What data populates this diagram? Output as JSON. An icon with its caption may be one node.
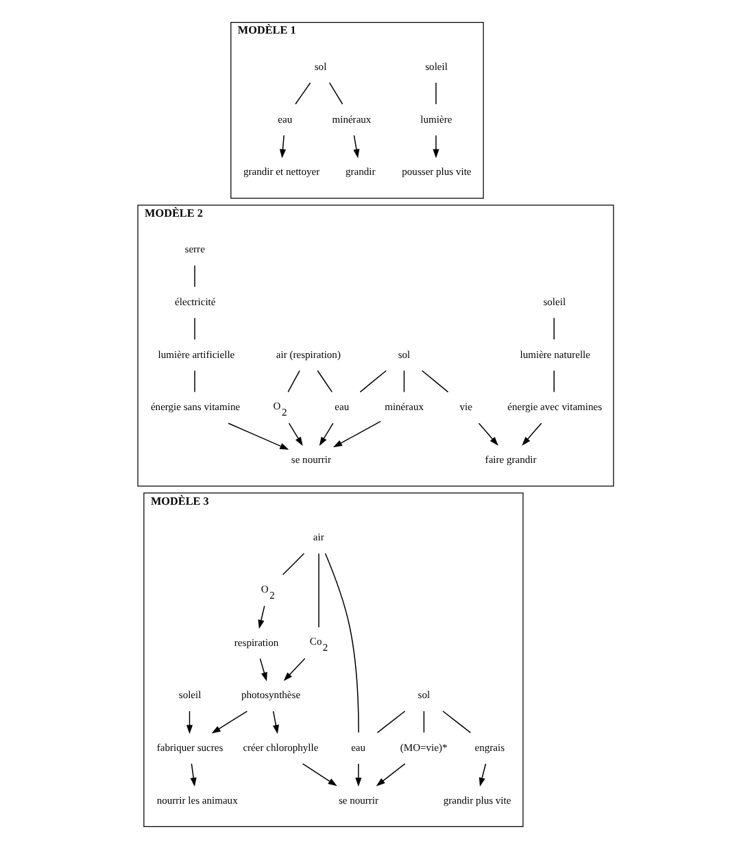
{
  "diagram": {
    "nodes": [
      {
        "text": [
          "MODÈLE 1"
        ]
      },
      {
        "text": [
          "soleil"
        ],
        "in": 0
      },
      {
        "text": [
          "lumière"
        ],
        "in": 0
      },
      {
        "text": [
          "pousser plus vite"
        ],
        "in": 0
      },
      {
        "text": [
          "sol"
        ],
        "in": 0
      },
      {
        "text": [
          "eau"
        ],
        "in": 0
      },
      {
        "text": [
          "minéraux"
        ],
        "in": 0
      },
      {
        "text": [
          "grandir et nettoyer"
        ],
        "in": 0
      },
      {
        "text": [
          "grandir"
        ],
        "in": 0
      },
      {
        "text": [
          "MODÈLE 2"
        ]
      },
      {
        "text": [
          "serre"
        ],
        "in": 9
      },
      {
        "text": [
          "soleil"
        ],
        "in": 9
      },
      {
        "text": [
          "air (respiration)"
        ],
        "in": 9
      },
      {
        "text": [
          "sol"
        ],
        "in": 9
      },
      {
        "text": [
          "électricité"
        ],
        "in": 9
      },
      {
        "text": [
          "lumière naturelle"
        ],
        "in": 9
      },
      {
        "text": [
          "O$_{2}$"
        ],
        "in": 9
      },
      {
        "text": [
          "eau"
        ],
        "in": 9
      },
      {
        "text": [
          "vie"
        ],
        "in": 9
      },
      {
        "text": [
          "minéraux"
        ],
        "in": 9
      },
      {
        "text": [
          "lumière artificielle"
        ],
        "in": 9
      },
      {
        "text": [
          "énergie avec vitamines"
        ],
        "in": 9
      },
      {
        "text": [
          "énergie sans vitamine"
        ],
        "in": 9
      },
      {
        "text": [
          "faire grandir"
        ],
        "in": 9
      },
      {
        "text": [
          "se nourrir"
        ],
        "in": 9
      },
      {
        "text": [
          "MODÈLE 3"
        ]
      },
      {
        "text": [
          "air"
        ],
        "in": 25
      },
      {
        "text": [
          "sol"
        ],
        "in": 25
      },
      {
        "text": [
          "soleil"
        ],
        "in": 25
      },
      {
        "text": [
          "Co$_{2}$"
        ],
        "in": 25
      },
      {
        "text": [
          "O$_{2}$"
        ],
        "in": 25
      },
      {
        "text": [
          "eau"
        ],
        "in": 25
      },
      {
        "text": [
          "(MO=vie)*"
        ],
        "in": 25
      },
      {
        "text": [
          "engrais"
        ],
        "in": 25
      },
      {
        "text": [
          "photosynthèse"
        ],
        "in": 25
      },
      {
        "text": [
          "respiration"
        ],
        "in": 25
      },
      {
        "text": [
          "fabriquer sucres"
        ],
        "in": 25
      },
      {
        "text": [
          "créer chlorophylle"
        ],
        "in": 25
      },
      {
        "text": [
          "nourrir les animaux"
        ],
        "in": 25
      },
      {
        "text": [
          "se nourrir"
        ],
        "in": 25
      },
      {
        "text": [
          "grandir plus vite"
        ],
        "in": 25
      }
    ],
    "edges": [
      {
        "from": 1,
        "to": 2,
        "arrow": "none"
      },
      {
        "from": 2,
        "to": 3,
        "arrow": "to"
      },
      {
        "from": 4,
        "to": 5,
        "arrow": "none"
      },
      {
        "from": 4,
        "to": 6,
        "arrow": "none"
      },
      {
        "from": 5,
        "to": 7,
        "arrow": "to"
      },
      {
        "from": 6,
        "to": 8,
        "arrow": "to"
      },
      {
        "from": 11,
        "to": 15,
        "arrow": "none"
      },
      {
        "from": 15,
        "to": 21,
        "arrow": "none"
      },
      {
        "from": 12,
        "to": 16,
        "arrow": "none"
      },
      {
        "from": 12,
        "to": 17,
        "arrow": "none"
      },
      {
        "from": 13,
        "to": 17,
        "arrow": "none"
      },
      {
        "from": 13,
        "to": 18,
        "arrow": "none"
      },
      {
        "from": 13,
        "to": 19,
        "arrow": "none"
      },
      {
        "from": 10,
        "to": 14,
        "arrow": "none"
      },
      {
        "from": 14,
        "to": 20,
        "arrow": "none"
      },
      {
        "from": 20,
        "to": 22,
        "arrow": "none"
      },
      {
        "from": 21,
        "to": 23,
        "arrow": "to"
      },
      {
        "from": 18,
        "to": 23,
        "arrow": "to"
      },
      {
        "from": 16,
        "to": 24,
        "arrow": "to"
      },
      {
        "from": 17,
        "to": 24,
        "arrow": "to"
      },
      {
        "from": 19,
        "to": 24,
        "arrow": "to"
      },
      {
        "from": 22,
        "to": 24,
        "arrow": "to"
      },
      {
        "from": 26,
        "to": 29,
        "arrow": "none"
      },
      {
        "from": 26,
        "to": 30,
        "arrow": "none"
      },
      {
        "from": 26,
        "to": 31,
        "arrow": "none"
      },
      {
        "from": 27,
        "to": 31,
        "arrow": "none"
      },
      {
        "from": 27,
        "to": 32,
        "arrow": "none"
      },
      {
        "from": 27,
        "to": 33,
        "arrow": "none"
      },
      {
        "from": 29,
        "to": 34,
        "arrow": "to"
      },
      {
        "from": 30,
        "to": 35,
        "arrow": "to"
      },
      {
        "from": 35,
        "to": 34,
        "arrow": "to"
      },
      {
        "from": 28,
        "to": 36,
        "arrow": "to"
      },
      {
        "from": 34,
        "to": 36,
        "arrow": "to"
      },
      {
        "from": 34,
        "to": 37,
        "arrow": "to"
      },
      {
        "from": 36,
        "to": 38,
        "arrow": "to"
      },
      {
        "from": 37,
        "to": 39,
        "arrow": "to"
      },
      {
        "from": 31,
        "to": 39,
        "arrow": "to"
      },
      {
        "from": 32,
        "to": 39,
        "arrow": "to"
      },
      {
        "from": 33,
        "to": 40,
        "arrow": "to"
      }
    ]
  }
}
